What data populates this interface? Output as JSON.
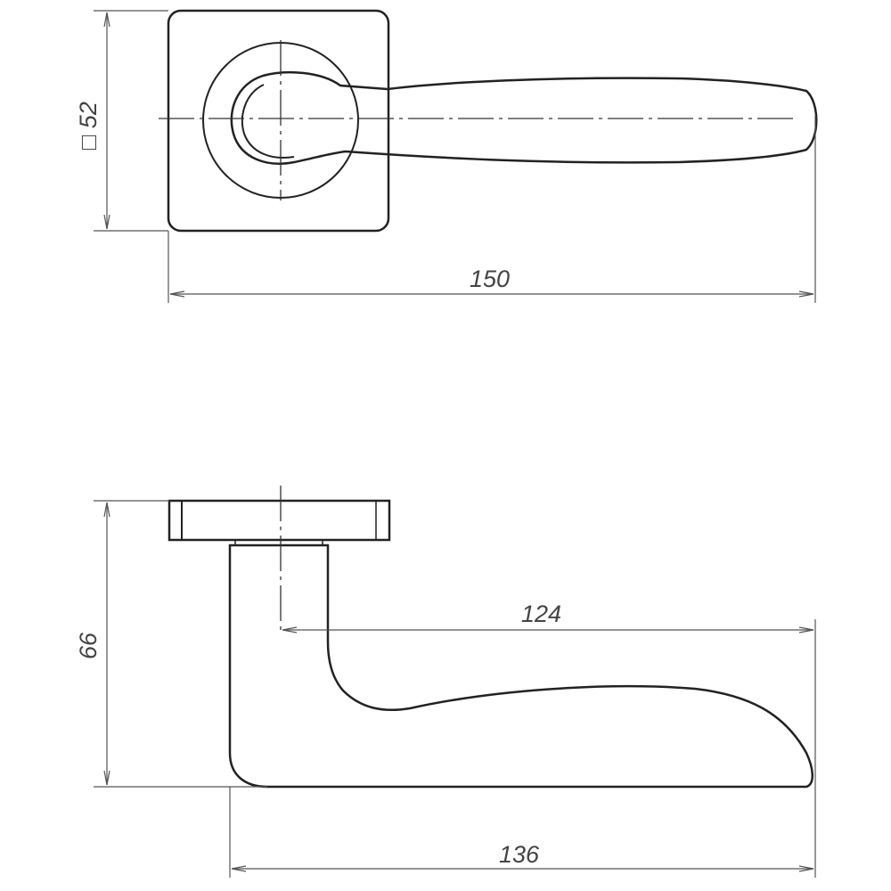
{
  "drawing": {
    "top_view": {
      "width_label": "□ 52",
      "length_label": "150"
    },
    "side_view": {
      "height_label": "66",
      "reach_label": "124",
      "length_label": "136"
    },
    "colors": {
      "line": "#222222",
      "dim": "#555555"
    }
  }
}
